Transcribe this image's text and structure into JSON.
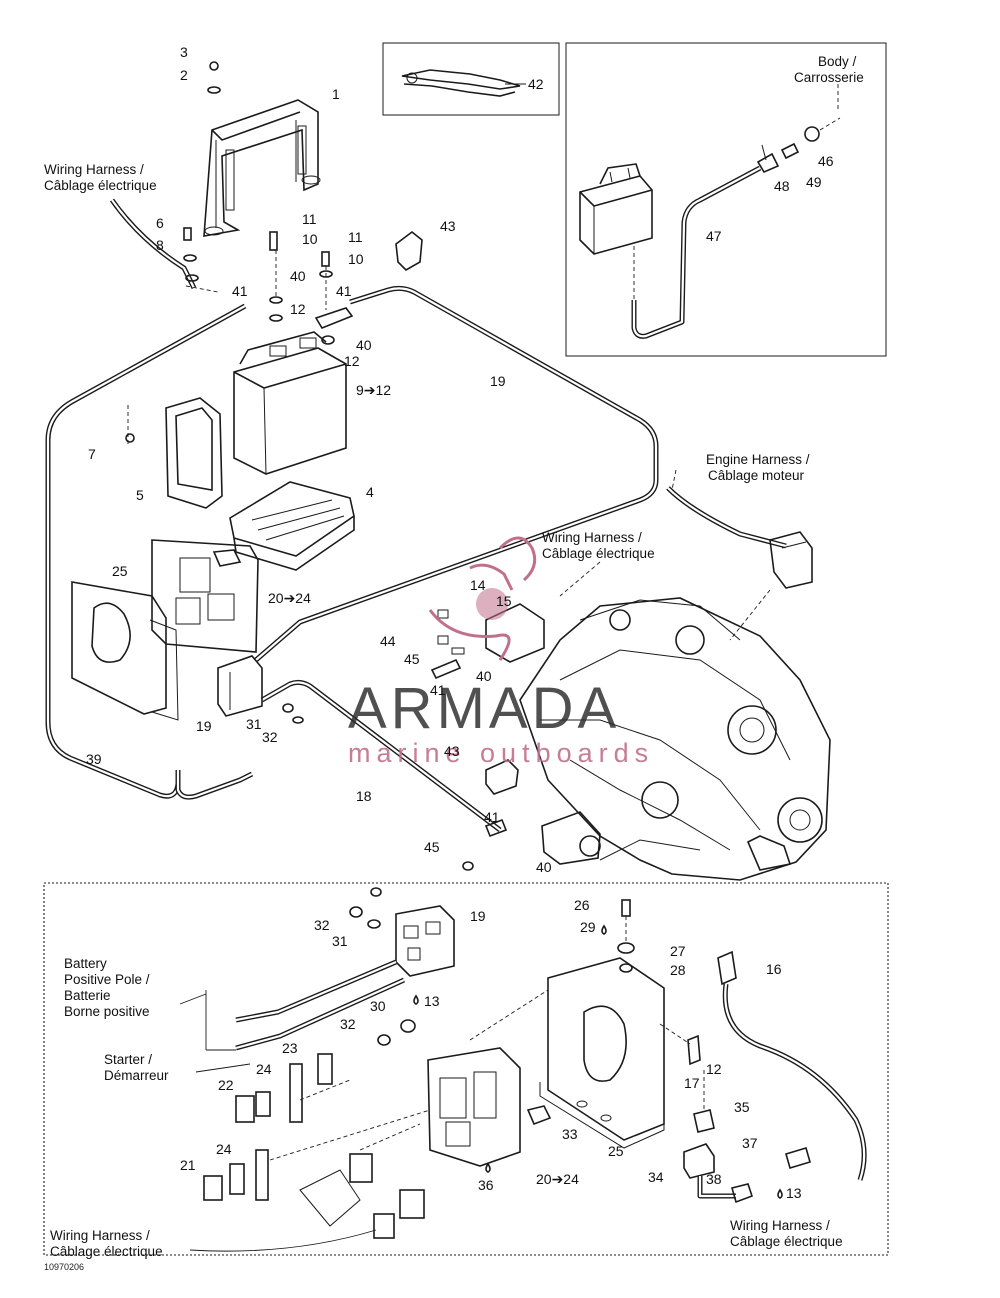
{
  "callouts": {
    "c1": "1",
    "c2": "2",
    "c3": "3",
    "c4": "4",
    "c5": "5",
    "c6": "6",
    "c7": "7",
    "c8": "8",
    "c9_12": "9➔12",
    "c10a": "10",
    "c10b": "10",
    "c11a": "11",
    "c11b": "11",
    "c12a": "12",
    "c12b": "12",
    "c13a": "13",
    "c13b": "13",
    "c15": "15",
    "c16": "16",
    "c17": "17",
    "c12c": "12",
    "c18": "18",
    "c19a": "19",
    "c19b": "19",
    "c19c": "19",
    "c20_24a": "20➔24",
    "c20_24b": "20➔24",
    "c21": "21",
    "c22": "22",
    "c23": "23",
    "c24a": "24",
    "c24b": "24",
    "c25a": "25",
    "c25b": "25",
    "c26": "26",
    "c27": "27",
    "c28": "28",
    "c29": "29",
    "c30": "30",
    "c31a": "31",
    "c31b": "31",
    "c32a": "32",
    "c32b": "32",
    "c32c": "32",
    "c33": "33",
    "c34": "34",
    "c35": "35",
    "c36": "36",
    "c37": "37",
    "c38": "38",
    "c39": "39",
    "c40a": "40",
    "c40b": "40",
    "c40c": "40",
    "c40d": "40",
    "c41a": "41",
    "c41b": "41",
    "c41c": "41",
    "c41d": "41",
    "c42": "42",
    "c43a": "43",
    "c43b": "43",
    "c44": "44",
    "c45a": "45",
    "c45b": "45",
    "c46": "46",
    "c47": "47",
    "c48": "48",
    "c49": "49",
    "c14": "14"
  },
  "notes": {
    "wiring_harness_top_1": "Wiring Harness /",
    "wiring_harness_top_2": "Câblage électrique",
    "body_1": "Body /",
    "body_2": "Carrosserie",
    "engine_harness_1": "Engine Harness /",
    "engine_harness_2": "Câblage moteur",
    "wiring_harness_mid_1": "Wiring Harness /",
    "wiring_harness_mid_2": "Câblage électrique",
    "battery_1": "Battery",
    "battery_2": "Positive Pole /",
    "battery_3": "Batterie",
    "battery_4": "Borne positive",
    "starter_1": "Starter /",
    "starter_2": "Démarreur",
    "wiring_harness_bl_1": "Wiring Harness /",
    "wiring_harness_bl_2": "Câblage électrique",
    "wiring_harness_br_1": "Wiring Harness /",
    "wiring_harness_br_2": "Câblage électrique"
  },
  "watermark": {
    "brand": "ARMADA",
    "tagline": "marine outboards"
  },
  "figure_ref": "10970206",
  "colors": {
    "ink": "#1b1b1b",
    "watermark_pink": "#c0708a",
    "background": "#ffffff"
  }
}
